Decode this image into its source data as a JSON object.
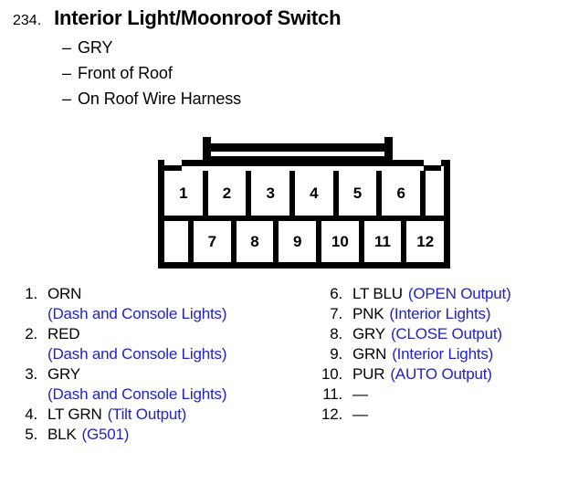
{
  "header": {
    "number": "234.",
    "title": "Interior Light/Moonroof Switch",
    "dash": "–",
    "sub_lines": [
      "GRY",
      "Front of Roof",
      "On Roof Wire Harness"
    ]
  },
  "connector": {
    "name": "12-pin-connector-diagram",
    "top_row": [
      "1",
      "2",
      "3",
      "4",
      "5",
      "6"
    ],
    "bottom_row": [
      "7",
      "8",
      "9",
      "10",
      "11",
      "12"
    ]
  },
  "colors": {
    "description_blue": "#2222CC",
    "text_black": "#000000",
    "background": "#FFFFFF"
  },
  "pins_left": [
    {
      "num": "1.",
      "name": "ORN",
      "desc": "",
      "desc_below": "(Dash and Console Lights)"
    },
    {
      "num": "2.",
      "name": "RED",
      "desc": "",
      "desc_below": "(Dash and Console Lights)"
    },
    {
      "num": "3.",
      "name": "GRY",
      "desc": "",
      "desc_below": "(Dash and Console Lights)"
    },
    {
      "num": "4.",
      "name": "LT GRN",
      "desc": "(Tilt Output)",
      "desc_below": ""
    },
    {
      "num": "5.",
      "name": "BLK",
      "desc": "(G501)",
      "desc_below": ""
    }
  ],
  "pins_right": [
    {
      "num": "6.",
      "name": "LT BLU",
      "desc": "(OPEN Output)",
      "desc_below": ""
    },
    {
      "num": "7.",
      "name": "PNK",
      "desc": "(Interior Lights)",
      "desc_below": ""
    },
    {
      "num": "8.",
      "name": "GRY",
      "desc": "(CLOSE Output)",
      "desc_below": ""
    },
    {
      "num": "9.",
      "name": "GRN",
      "desc": "(Interior Lights)",
      "desc_below": ""
    },
    {
      "num": "10.",
      "name": "PUR",
      "desc": "(AUTO Output)",
      "desc_below": ""
    },
    {
      "num": "11.",
      "name": "—",
      "desc": "",
      "desc_below": ""
    },
    {
      "num": "12.",
      "name": "—",
      "desc": "",
      "desc_below": ""
    }
  ]
}
